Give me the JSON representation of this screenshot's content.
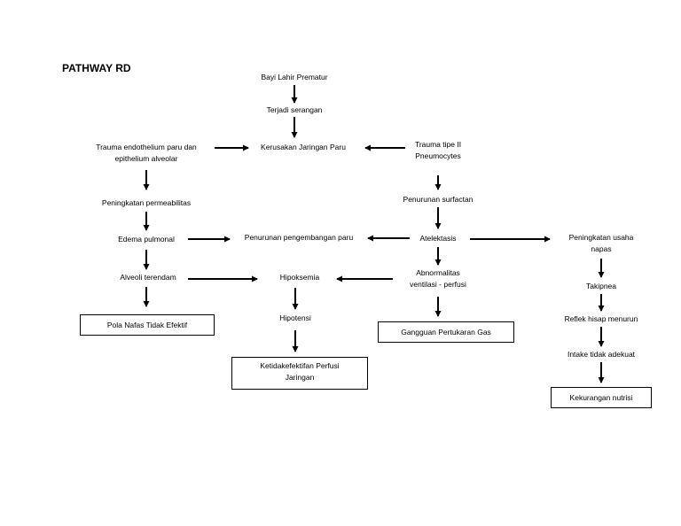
{
  "title": "PATHWAY RD",
  "nodes": {
    "bayi": "Bayi Lahir Prematur",
    "serangan": "Terjadi serangan",
    "kerusakan": "Kerusakan Jaringan Paru",
    "trauma_endo_1": "Trauma endothelium paru dan",
    "trauma_endo_2": "epithelium alveolar",
    "trauma_tipe_1": "Trauma tipe II",
    "trauma_tipe_2": "Pneumocytes",
    "permeabilitas": "Peningkatan permeabilitas",
    "surfactan": "Penurunan surfactan",
    "edema": "Edema pulmonal",
    "pengembangan": "Penurunan pengembangan paru",
    "atelektasis": "Atelektasis",
    "usaha_1": "Peningkatan usaha",
    "usaha_2": "napas",
    "alveoli": "Alveoli terendam",
    "hipoksemia": "Hipoksemia",
    "abnormal_1": "Abnormalitas",
    "abnormal_2": "ventilasi - perfusi",
    "takipnea": "Takipnea",
    "pola": "Pola Nafas Tidak Efektif",
    "hipotensi": "Hipotensi",
    "gangguan": "Gangguan Pertukaran Gas",
    "reflek": "Reflek hisap menurun",
    "intake": "Intake tidak adekuat",
    "ketidak_1": "Ketidakefektifan Perfusi",
    "ketidak_2": "Jaringan",
    "nutrisi": "Kekurangan nutrisi"
  }
}
